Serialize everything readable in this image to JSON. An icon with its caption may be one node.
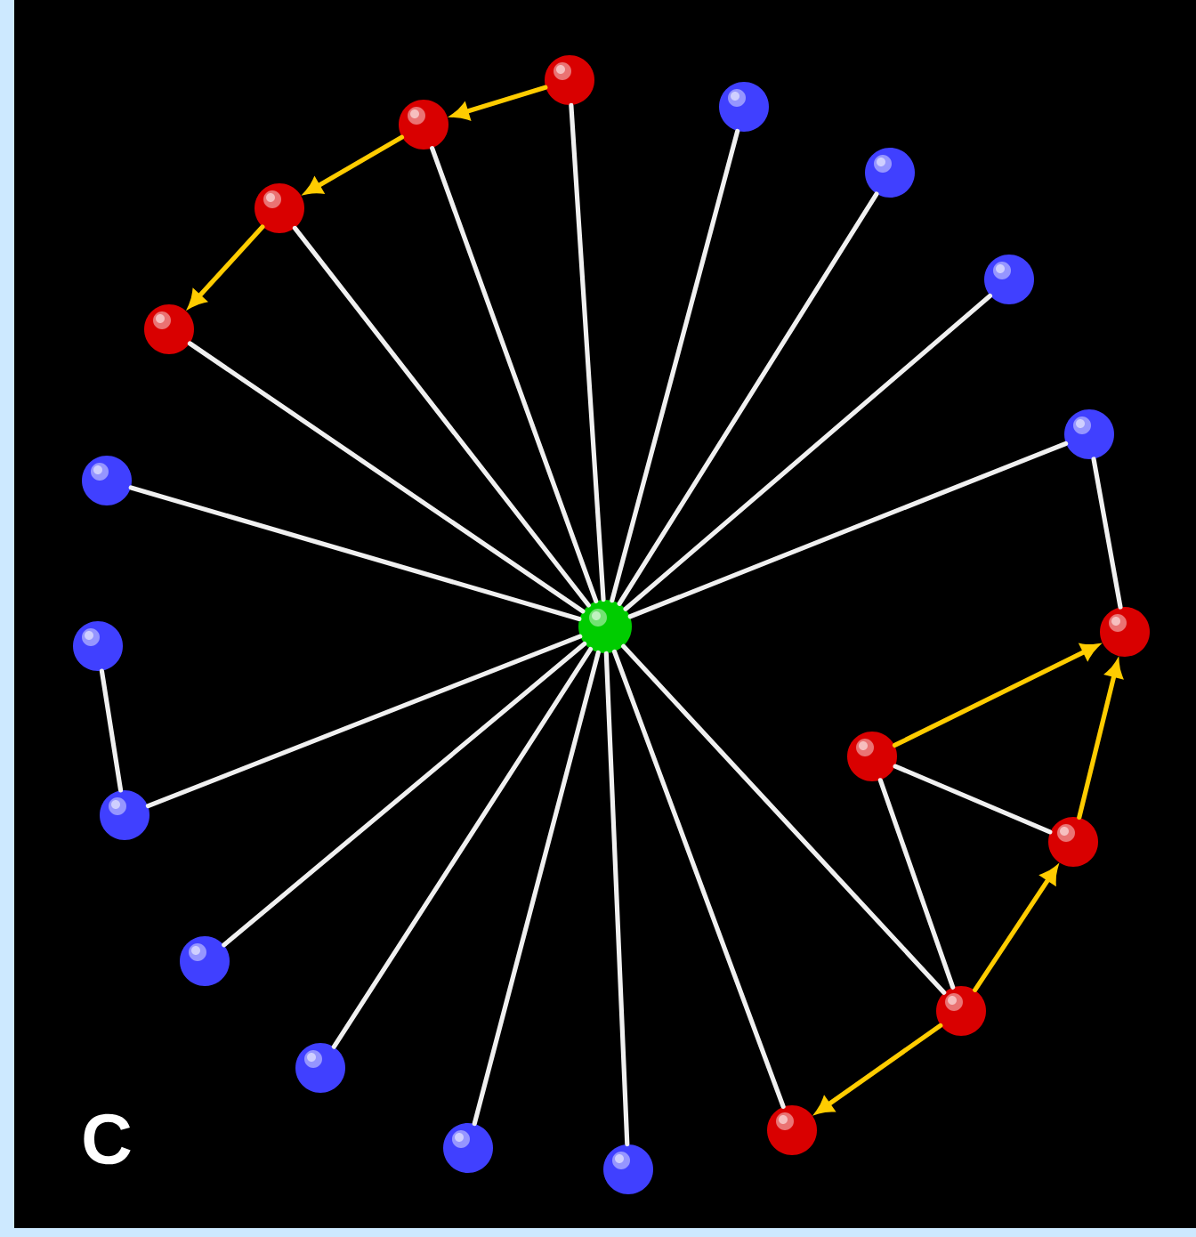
{
  "diagram": {
    "nodes": [
      {
        "text": [],
        "shape": "circle"
      },
      {
        "text": [],
        "shape": "circle"
      },
      {
        "text": [],
        "shape": "circle"
      },
      {
        "text": [],
        "shape": "circle"
      },
      {
        "text": [],
        "shape": "circle"
      },
      {
        "text": [],
        "shape": "circle"
      },
      {
        "text": [],
        "shape": "circle"
      },
      {
        "text": [],
        "shape": "circle"
      },
      {
        "text": [],
        "shape": "circle"
      },
      {
        "text": [],
        "shape": "circle"
      },
      {
        "text": [],
        "shape": "circle"
      },
      {
        "text": [],
        "shape": "circle"
      },
      {
        "text": [],
        "shape": "circle"
      },
      {
        "text": [],
        "shape": "circle"
      },
      {
        "text": [],
        "shape": "circle"
      },
      {
        "text": [],
        "shape": "circle"
      },
      {
        "text": [],
        "shape": "circle"
      },
      {
        "text": [],
        "shape": "circle"
      },
      {
        "text": [],
        "shape": "circle"
      },
      {
        "text": [],
        "shape": "circle"
      },
      {
        "text": [],
        "shape": "circle"
      }
    ],
    "edges": [
      {
        "from": 9,
        "to": 0,
        "arrow": "none"
      },
      {
        "from": 9,
        "to": 1,
        "arrow": "none"
      },
      {
        "from": 9,
        "to": 2,
        "arrow": "none"
      },
      {
        "from": 9,
        "to": 3,
        "arrow": "none"
      },
      {
        "from": 9,
        "to": 4,
        "arrow": "none"
      },
      {
        "from": 9,
        "to": 5,
        "arrow": "none"
      },
      {
        "from": 9,
        "to": 6,
        "arrow": "none"
      },
      {
        "from": 9,
        "to": 7,
        "arrow": "none"
      },
      {
        "from": 9,
        "to": 8,
        "arrow": "none"
      },
      {
        "from": 9,
        "to": 13,
        "arrow": "none"
      },
      {
        "from": 9,
        "to": 15,
        "arrow": "none"
      },
      {
        "from": 9,
        "to": 16,
        "arrow": "none"
      },
      {
        "from": 9,
        "to": 17,
        "arrow": "none"
      },
      {
        "from": 9,
        "to": 18,
        "arrow": "none"
      },
      {
        "from": 9,
        "to": 19,
        "arrow": "none"
      },
      {
        "from": 9,
        "to": 20,
        "arrow": "none"
      },
      {
        "from": 7,
        "to": 10,
        "arrow": "none"
      },
      {
        "from": 11,
        "to": 13,
        "arrow": "none"
      },
      {
        "from": 12,
        "to": 16,
        "arrow": "none"
      },
      {
        "from": 12,
        "to": 14,
        "arrow": "none"
      },
      {
        "from": 0,
        "to": 2,
        "arrow": "to",
        "color": "#ffcc00"
      },
      {
        "from": 2,
        "to": 4,
        "arrow": "to",
        "color": "#ffcc00"
      },
      {
        "from": 4,
        "to": 6,
        "arrow": "to",
        "color": "#ffcc00"
      },
      {
        "from": 16,
        "to": 18,
        "arrow": "to",
        "color": "#ffcc00"
      },
      {
        "from": 16,
        "to": 14,
        "arrow": "to",
        "color": "#ffcc00"
      },
      {
        "from": 14,
        "to": 10,
        "arrow": "to",
        "color": "#ffcc00"
      },
      {
        "from": 12,
        "to": 10,
        "arrow": "to",
        "color": "#ffcc00"
      }
    ],
    "labels": [
      "C"
    ]
  }
}
